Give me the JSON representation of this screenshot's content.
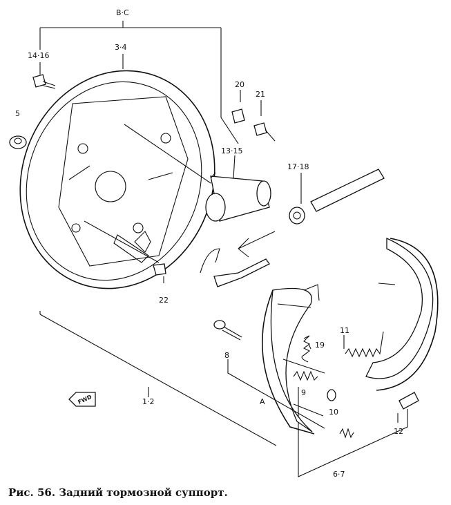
{
  "callouts": {
    "bc": "B·C",
    "c3_4": "3·4",
    "c14_16": "14·16",
    "c5": "5",
    "c20": "20",
    "c21": "21",
    "c13_15": "13·15",
    "c17_18": "17·18",
    "c22": "22",
    "c19": "19",
    "c11": "11",
    "c8": "8",
    "c9": "9",
    "c10": "10",
    "c12": "12",
    "cA": "A",
    "c1_2": "1·2",
    "c6_7": "6·7",
    "fwd": "FWD"
  },
  "caption": "Рис. 56. Задний тормозной суппорт."
}
